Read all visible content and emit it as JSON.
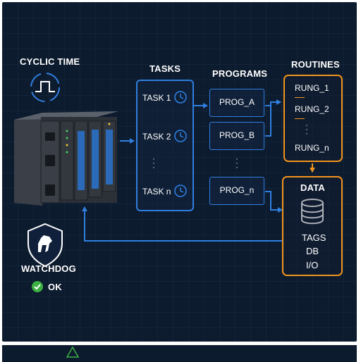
{
  "labels": {
    "cyclic_time": "CYCLIC TIME",
    "tasks": "TASKS",
    "programs": "PROGRAMS",
    "routines": "ROUTINES",
    "data": "DATA",
    "watchdog": "WATCHDOG",
    "watchdog_status": "OK"
  },
  "tasks": [
    "TASK 1",
    "TASK 2",
    "TASK n"
  ],
  "programs": [
    "PROG_A",
    "PROG_B",
    "PROG_n"
  ],
  "routines": [
    "RUNG_1",
    "RUNG_2",
    "RUNG_n"
  ],
  "data_items": [
    "TAGS",
    "DB",
    "I/O"
  ],
  "colors": {
    "background": "#0d1b2e",
    "flow_blue": "#2f7fe0",
    "routine_orange": "#f0941e",
    "ok_green": "#3cb043"
  },
  "icons": [
    "cyclic-time-icon",
    "plc-rack",
    "clock-icon",
    "database-icon",
    "watchdog-shield-icon",
    "check-icon",
    "warning-icon"
  ]
}
